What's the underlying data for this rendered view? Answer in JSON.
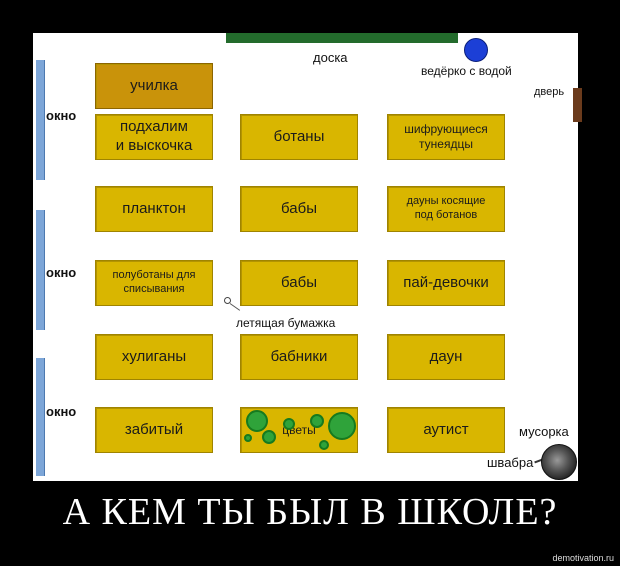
{
  "board": {
    "label": "доска"
  },
  "bucket": {
    "label": "ведёрко с водой"
  },
  "door": {
    "label": "дверь"
  },
  "windows": [
    "окно",
    "окно",
    "окно"
  ],
  "desks": {
    "teacher": "училка",
    "r1c1": "подхалим\nи выскочка",
    "r1c2": "ботаны",
    "r1c3": "шифрующиеся\nтунеядцы",
    "r2c1": "планктон",
    "r2c2": "бабы",
    "r2c3": "дауны косящие\nпод ботанов",
    "r3c1": "полуботаны для\nсписывания",
    "r3c2": "бабы",
    "r3c3": "пай-девочки",
    "r4c1": "хулиганы",
    "r4c2": "бабники",
    "r4c3": "даун",
    "r5c1": "забитый",
    "r5c2": "цветы",
    "r5c3": "аутист"
  },
  "paper_plane": {
    "label": "летящая бумажка"
  },
  "trash": {
    "label": "мусорка"
  },
  "mop": {
    "label": "швабра"
  },
  "caption": "А КЕМ ТЫ БЫЛ В ШКОЛЕ?",
  "credit": "demotivation.ru",
  "colors": {
    "desk": "#d9b600",
    "teacher_desk": "#c9930a",
    "board": "#236b2c",
    "bucket": "#1c3fd6",
    "window": "#7da6d8",
    "door": "#6b3b1c",
    "plants": "#2fa33a"
  },
  "icons": [
    "bucket-icon",
    "door-icon",
    "window-icon",
    "paper-plane-icon",
    "plant-icon",
    "trash-can-icon",
    "mop-icon"
  ]
}
